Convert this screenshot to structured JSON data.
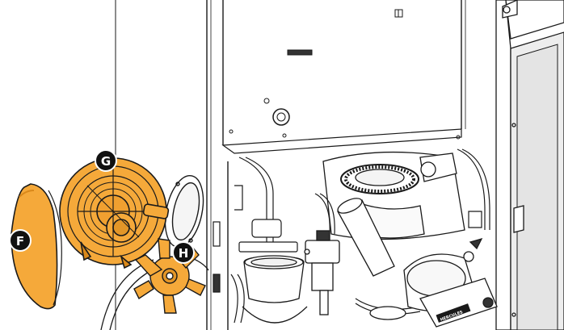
{
  "diagram": {
    "callouts": [
      {
        "letter": "F",
        "part": "cover"
      },
      {
        "letter": "G",
        "part": "fan-housing"
      },
      {
        "letter": "H",
        "part": "impeller"
      }
    ],
    "brand_label": "HERCULES",
    "colors": {
      "highlight": "#F5A93A",
      "highlight_shade": "#D9881A",
      "line": "#1A1A1A",
      "callout_fill": "#111111",
      "callout_text": "#FFFFFF",
      "background": "#FFFFFF",
      "panel_shade": "#EDEDED"
    }
  }
}
